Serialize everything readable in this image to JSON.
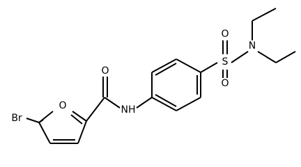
{
  "molecule": {
    "atoms": [
      {
        "id": "Br",
        "label": "Br"
      },
      {
        "id": "O1",
        "label": "O"
      },
      {
        "id": "O2",
        "label": "O"
      },
      {
        "id": "N1",
        "label": "NH"
      },
      {
        "id": "S",
        "label": "S"
      },
      {
        "id": "O3",
        "label": "O"
      },
      {
        "id": "O4",
        "label": "O"
      },
      {
        "id": "N2",
        "label": "N"
      }
    ]
  }
}
